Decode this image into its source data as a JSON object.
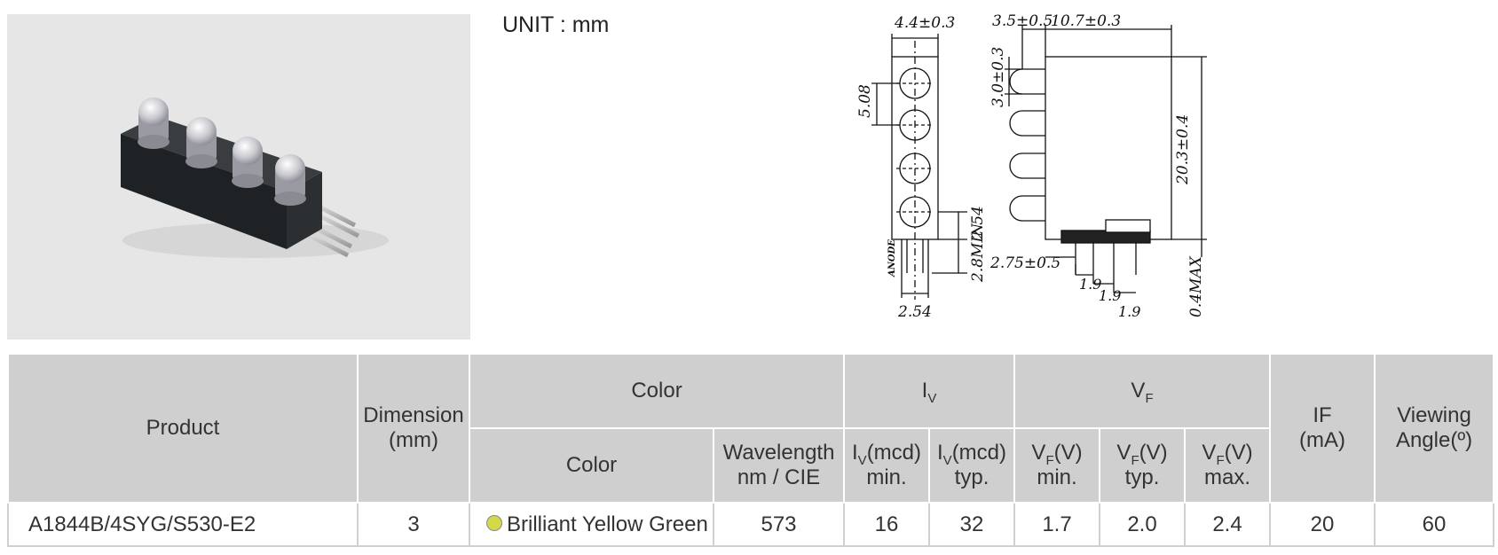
{
  "unit_label": "UNIT : mm",
  "drawing": {
    "front_width": "4.4±0.3",
    "pitch": "5.08",
    "pin_offset": "2.54",
    "pin_min": "2.8MIN",
    "pin_pitch": "2.54",
    "anode": "ANODE",
    "side_a": "3.5±0.5",
    "side_b": "10.7±0.3",
    "led_height": "3.0±0.3",
    "body_height": "20.3±0.4",
    "base_offset": "2.75±0.5",
    "lead_1": "1.9",
    "lead_2": "1.9",
    "lead_3": "1.9",
    "max_offset": "0.4MAX"
  },
  "table": {
    "headers": {
      "product": "Product",
      "dimension_1": "Dimension",
      "dimension_2": "(mm)",
      "color_group": "Color",
      "iv_group": "I",
      "iv_sub": "V",
      "vf_group": "V",
      "vf_sub": "F",
      "if_1": "IF",
      "if_2": "(mA)",
      "angle_1": "Viewing",
      "angle_2": "Angle(º)",
      "color": "Color",
      "wavelength_1": "Wavelength",
      "wavelength_2": "nm / CIE",
      "iv_min_main": "I",
      "iv_min_sub": "V",
      "iv_min_unit": "(mcd)",
      "iv_min_label": "min.",
      "iv_typ_main": "I",
      "iv_typ_sub": "V",
      "iv_typ_unit": "(mcd)",
      "iv_typ_label": "typ.",
      "vf_min_main": "V",
      "vf_min_sub": "F",
      "vf_min_unit": "(V)",
      "vf_min_label": "min.",
      "vf_typ_main": "V",
      "vf_typ_sub": "F",
      "vf_typ_unit": "(V)",
      "vf_typ_label": "typ.",
      "vf_max_main": "V",
      "vf_max_sub": "F",
      "vf_max_unit": "(V)",
      "vf_max_label": "max."
    },
    "row": {
      "product": "A1844B/4SYG/S530-E2",
      "dimension": "3",
      "color": "Brilliant Yellow Green",
      "color_swatch": "#d4d94a",
      "wavelength": "573",
      "iv_min": "16",
      "iv_typ": "32",
      "vf_min": "1.7",
      "vf_typ": "2.0",
      "vf_max": "2.4",
      "if": "20",
      "angle": "60"
    }
  }
}
